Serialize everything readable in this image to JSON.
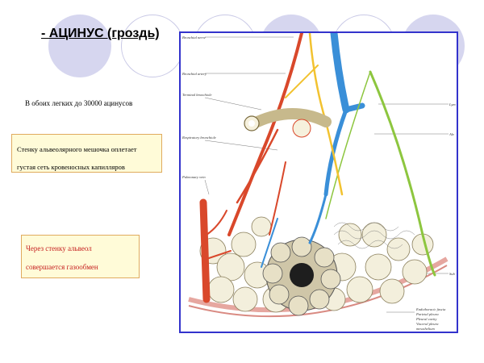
{
  "title": "- АЦИНУС (гроздь)",
  "note": "В обоих легких до 30000 ацинусов",
  "box_capillary": {
    "line1": "Стенку альвеолярного мешочка оплетает",
    "line2": "густая сеть кровеносных капилляров"
  },
  "box_gas": {
    "line1": "Через стенку альвеол",
    "line2": "совершается газообмен"
  },
  "illustration": {
    "labels": {
      "bronchial_nerve": "Bronchial nerve",
      "bronchial_artery": "Bronchial artery",
      "terminal_bronchiole": "Terminal bronchiole",
      "respiratory_bronchiole": "Respiratory bronchiole",
      "pulmonary_vein": "Pulmonary vein",
      "lymph": "Lym",
      "alv": "Alv",
      "sub": "Sub",
      "endothoracic_fascia": "Endothoracic fascia",
      "parietal_pleura": "Parietal pleura",
      "pleural_cavity": "Pleural cavity",
      "visceral_pleura": "Visceral pleura",
      "mesothelium": "mesothelium"
    },
    "colors": {
      "artery": "#d9482b",
      "vein": "#3a8fd8",
      "lymph": "#8dc63f",
      "nerve": "#f2c230",
      "alveoli": "#f3efdc",
      "frame": "#3333cc"
    }
  }
}
